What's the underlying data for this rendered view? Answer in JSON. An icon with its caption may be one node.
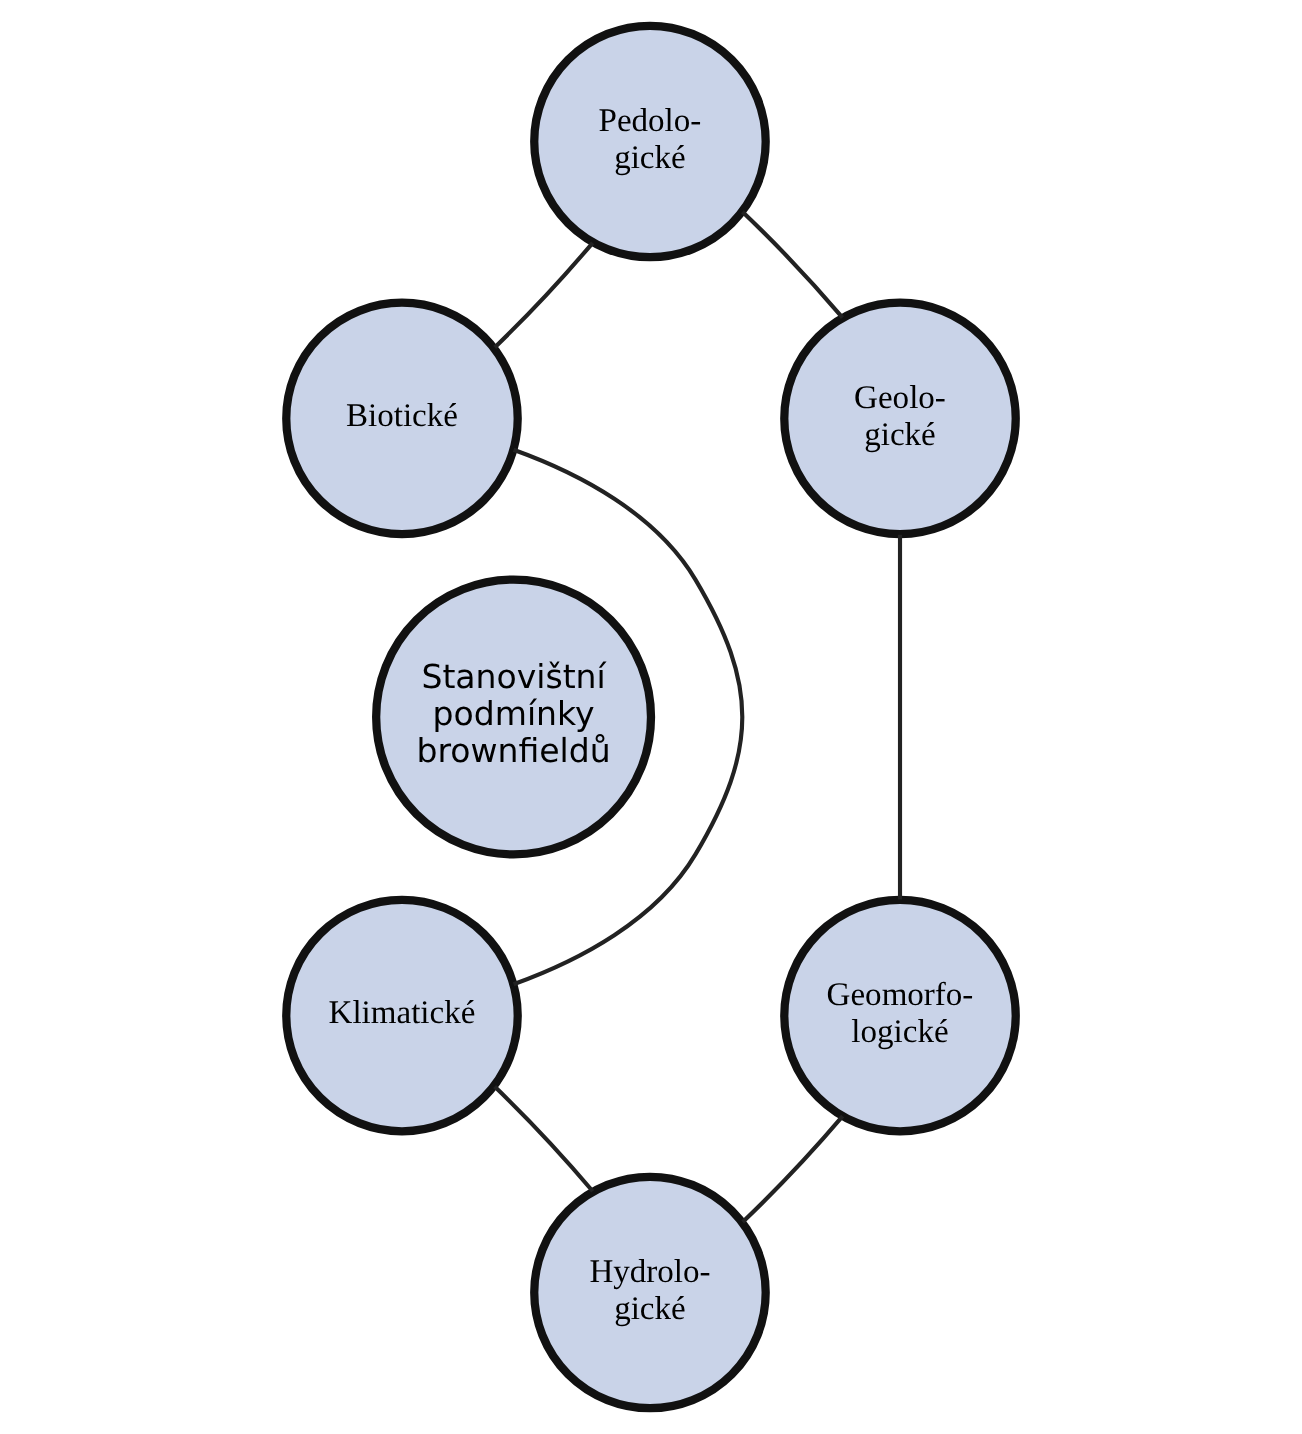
{
  "diagram": {
    "nodes": [
      {
        "text": [
          "Stanovištní podmínky brownfieldů"
        ]
      },
      {
        "text": [
          "Pedolo- gické"
        ]
      },
      {
        "text": [
          "Geolo- gické"
        ]
      },
      {
        "text": [
          "Geomorfo- logické"
        ]
      },
      {
        "text": [
          "Hydrolo- gické"
        ]
      },
      {
        "text": [
          "Klimatické"
        ]
      },
      {
        "text": [
          "Biotické"
        ]
      }
    ],
    "edges": [
      {
        "from": 1,
        "to": 2,
        "arrow": "none"
      },
      {
        "from": 2,
        "to": 3,
        "arrow": "none"
      },
      {
        "from": 3,
        "to": 4,
        "arrow": "none"
      },
      {
        "from": 4,
        "to": 5,
        "arrow": "none"
      },
      {
        "from": 5,
        "to": 6,
        "arrow": "none"
      },
      {
        "from": 6,
        "to": 1,
        "arrow": "none"
      }
    ]
  }
}
